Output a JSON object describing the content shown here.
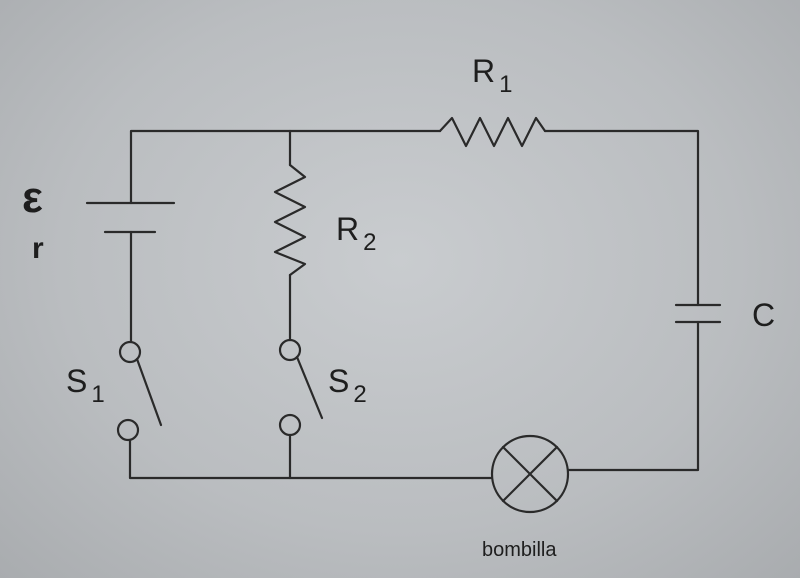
{
  "labels": {
    "emf": "ε",
    "internal_resistance": "r",
    "r1": {
      "main": "R",
      "sub": "1"
    },
    "r2": {
      "main": "R",
      "sub": "2"
    },
    "s1": {
      "main": "S",
      "sub": "1"
    },
    "s2": {
      "main": "S",
      "sub": "2"
    },
    "capacitor": "C",
    "bulb": "bombilla"
  }
}
